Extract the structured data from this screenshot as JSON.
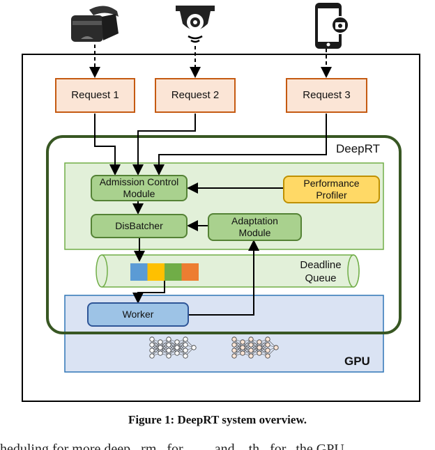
{
  "requests": [
    "Request 1",
    "Request 2",
    "Request 3"
  ],
  "deeprt_label": "DeepRT",
  "modules": {
    "admission": "Admission Control Module",
    "profiler": "Performance Profiler",
    "disbatcher": "DisBatcher",
    "adaptation": "Adaptation Module",
    "worker": "Worker"
  },
  "queue_label": "Deadline Queue",
  "gpu_label": "GPU",
  "caption": "Figure 1: DeepRT system overview.",
  "footer_fragment": "heduling for more deep...rm...for  ....  ...and...  th...for...the  GPU",
  "colors": {
    "queue_slots": [
      "#5b9bd5",
      "#ffc000",
      "#70ad47",
      "#ed7d31"
    ],
    "deeprt_border": "#385723",
    "gpu_border": "#2e75b6"
  },
  "devices": [
    "vr-headset-icon",
    "camera-icon",
    "phone-icon"
  ]
}
